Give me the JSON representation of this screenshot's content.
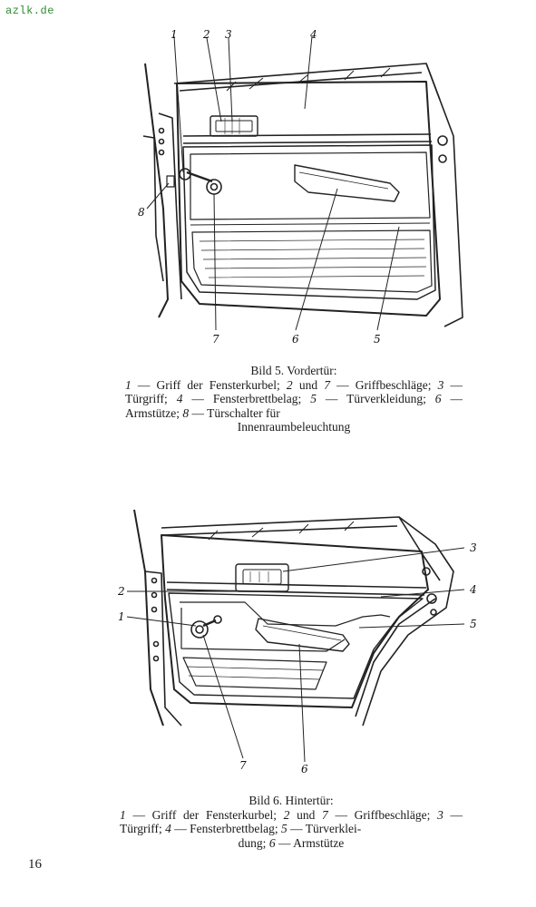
{
  "watermark": "azlk.de",
  "page_number": "16",
  "figure1": {
    "labels": {
      "l1": "1",
      "l2": "2",
      "l3": "3",
      "l4": "4",
      "l5": "5",
      "l6": "6",
      "l7": "7",
      "l8": "8"
    },
    "caption": {
      "title": "Bild 5. Vordertür:",
      "n1": "1",
      "t1": " — Griff der Fensterkurbel; ",
      "n2": "2",
      "t2": " und ",
      "n7": "7",
      "t7": " — Griffbeschläge; ",
      "n3": "3",
      "t3": " — Türgriff; ",
      "n4": "4",
      "t4": " — Fensterbrettbelag; ",
      "n5": "5",
      "t5": " — Türverkleidung; ",
      "n6": "6",
      "t6": " — Armstütze; ",
      "n8": "8",
      "t8": " — Türschalter für",
      "last": "Innenraumbeleuchtung"
    }
  },
  "figure2": {
    "labels": {
      "l1": "1",
      "l2": "2",
      "l3": "3",
      "l4": "4",
      "l5": "5",
      "l6": "6",
      "l7": "7"
    },
    "caption": {
      "title": "Bild 6. Hintertür:",
      "n1": "1",
      "t1": " — Griff der Fensterkurbel; ",
      "n2": "2",
      "t2": " und ",
      "n7": "7",
      "t7": " — Griffbeschläge; ",
      "n3": "3",
      "t3": " — Türgriff; ",
      "n4": "4",
      "t4": " — Fensterbrettbelag; ",
      "n5": "5",
      "t5": " — Türverklei-",
      "last_pre": "dung; ",
      "n6": "6",
      "t6": " — Armstütze"
    }
  }
}
